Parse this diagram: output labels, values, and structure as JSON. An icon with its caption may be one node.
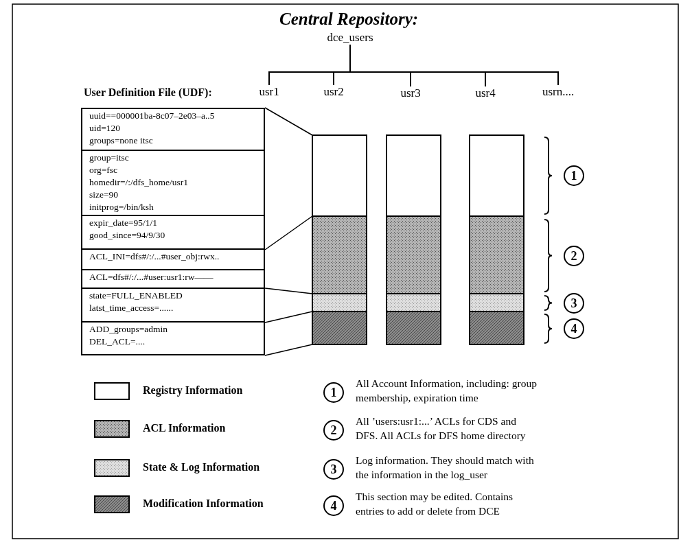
{
  "diagram": {
    "title": "Central Repository:",
    "nodes": [
      {
        "text": [
          "dce_users"
        ]
      },
      {
        "text": [
          "usr1"
        ]
      },
      {
        "text": [
          "usr2"
        ]
      },
      {
        "text": [
          "usr3"
        ]
      },
      {
        "text": [
          "usr4"
        ]
      },
      {
        "text": [
          "usrn...."
        ]
      },
      {
        "text": [
          "uuid==000001ba-8c07–2e03–a..5",
          "uid=120",
          "groups=none itsc"
        ]
      },
      {
        "text": [
          "group=itsc",
          "org=fsc",
          "homedir=/:/dfs_home/usr1",
          "size=90",
          "initprog=/bin/ksh"
        ]
      },
      {
        "text": [
          "expir_date=95/1/1",
          "good_since=94/9/30"
        ]
      },
      {
        "text": [
          "ACL_INI=dfs#/:/...#user_obj:rwx.."
        ]
      },
      {
        "text": [
          "ACL=dfs#/:/...#user:usr1:rw——"
        ]
      },
      {
        "text": [
          "state=FULL_ENABLED",
          "latst_time_access=......"
        ]
      },
      {
        "text": [
          "ADD_groups=admin",
          "DEL_ACL=...."
        ]
      },
      {
        "text": [],
        "shape": "bar"
      },
      {
        "text": [],
        "shape": "bar"
      },
      {
        "text": [],
        "shape": "bar"
      }
    ],
    "edges": [
      {
        "from": 0,
        "to": 1,
        "arrow": "none"
      },
      {
        "from": 0,
        "to": 2,
        "arrow": "none"
      },
      {
        "from": 0,
        "to": 3,
        "arrow": "none"
      },
      {
        "from": 0,
        "to": 4,
        "arrow": "none"
      },
      {
        "from": 0,
        "to": 5,
        "arrow": "none"
      },
      {
        "from": 6,
        "to": 13,
        "arrow": "none"
      },
      {
        "from": 8,
        "to": 13,
        "arrow": "none"
      },
      {
        "from": 10,
        "to": 13,
        "arrow": "none"
      },
      {
        "from": 11,
        "to": 13,
        "arrow": "none"
      },
      {
        "from": 12,
        "to": 13,
        "arrow": "none"
      }
    ],
    "labels": [
      "User Definition File (UDF):",
      "1",
      "2",
      "3",
      "4",
      "1",
      "All Account Information, including: group membership, expiration time",
      "2",
      "All ’users:usr1:...’ ACLs for CDS and DFS. All ACLs for DFS home directory",
      "3",
      "Log information. They should match with the information in the log_user",
      "4",
      "This section may be edited. Contains entries to add or delete from DCE"
    ],
    "legend": [
      {
        "text": "Registry Information",
        "color": "#ffffff"
      },
      {
        "text": "ACL Information",
        "color": "#b4b4b4"
      },
      {
        "text": "State & Log Information",
        "color": "#dedede"
      },
      {
        "text": "Modification Information",
        "color": "#8a8a8a"
      }
    ]
  }
}
